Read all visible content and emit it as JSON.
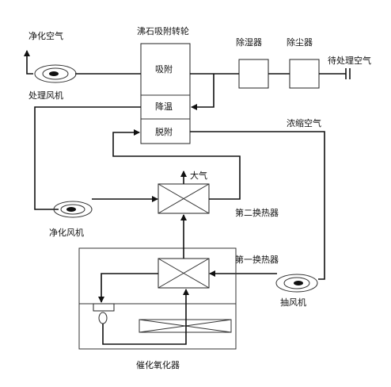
{
  "labels": {
    "clean_air_top": "净化空气",
    "wheel_title": "沸石吸附转轮",
    "dehumidifier": "除湿器",
    "duster": "除尘器",
    "air_to_treat": "待处理空气",
    "adsorb": "吸附",
    "cooling": "降温",
    "desorb": "脱附",
    "treat_fan": "处理风机",
    "concentrated_air": "浓缩空气",
    "atmosphere": "大气",
    "second_hx": "第二换热器",
    "purify_fan": "净化风机",
    "first_hx": "第一换热器",
    "exhaust_fan": "抽风机",
    "catalytic_oxidizer": "催化氧化器"
  },
  "colors": {
    "line": "#111111",
    "fill": "#ffffff"
  }
}
